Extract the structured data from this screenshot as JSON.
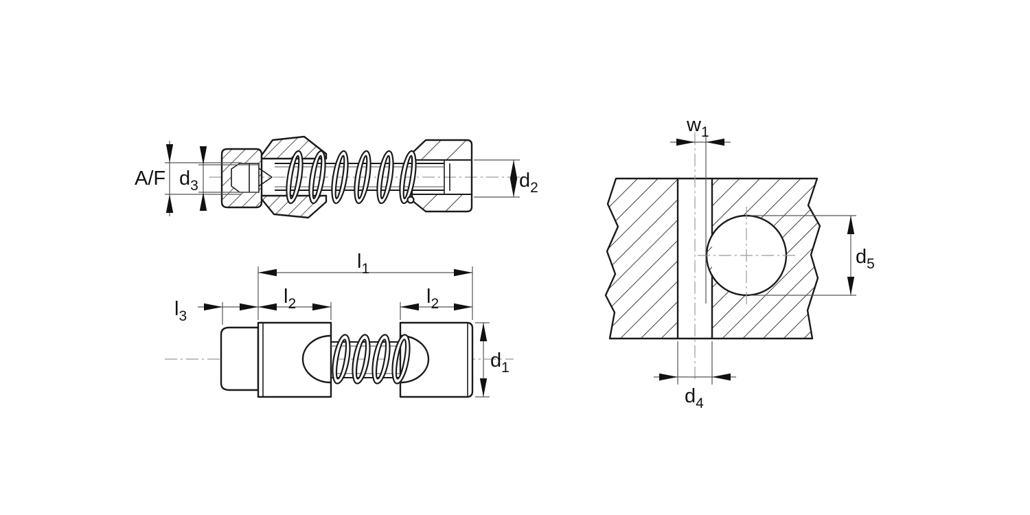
{
  "drawing": {
    "background": "#ffffff",
    "line_colors": {
      "outline": "#1a1a1a",
      "dimension": "#555555",
      "centerline": "#999999",
      "text": "#111111"
    },
    "section_view": {
      "af": "A/F",
      "d3": {
        "base": "d",
        "sub": "3"
      },
      "d2": {
        "base": "d",
        "sub": "2"
      }
    },
    "side_view": {
      "l1": {
        "base": "l",
        "sub": "1"
      },
      "l2": {
        "base": "l",
        "sub": "2"
      },
      "l3": {
        "base": "l",
        "sub": "3"
      },
      "d1": {
        "base": "d",
        "sub": "1"
      }
    },
    "mounting_view": {
      "w1": {
        "base": "w",
        "sub": "1"
      },
      "d4": {
        "base": "d",
        "sub": "4"
      },
      "d5": {
        "base": "d",
        "sub": "5"
      }
    }
  }
}
